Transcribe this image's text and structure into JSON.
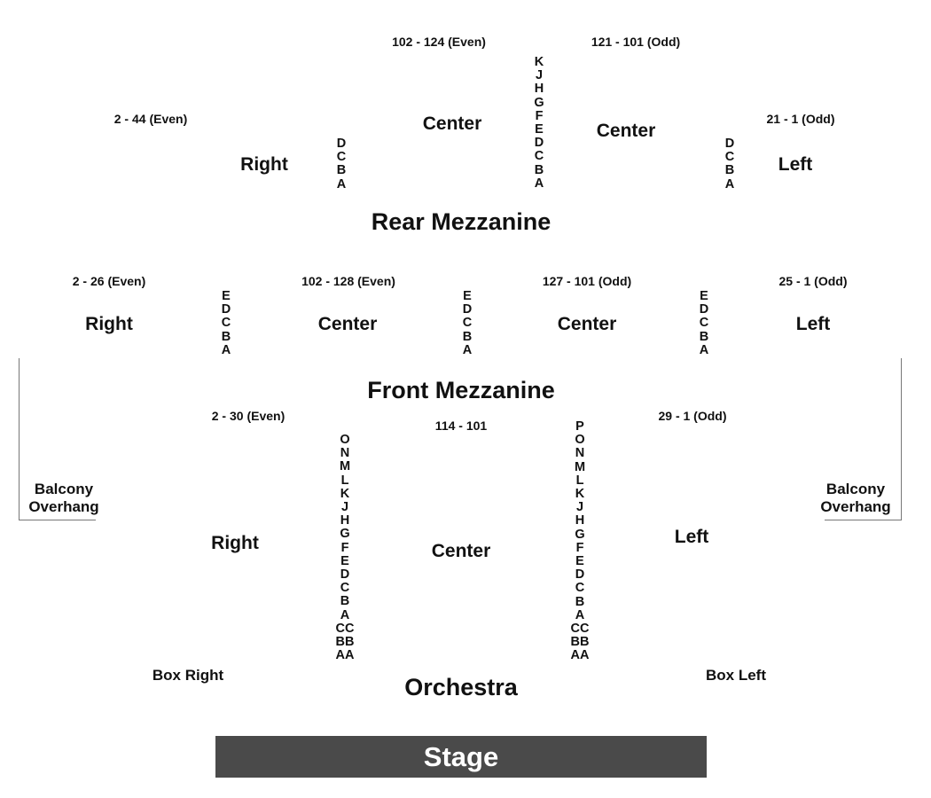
{
  "rear_mezzanine": {
    "title": "Rear Mezzanine",
    "ranges": {
      "left_center": "102 - 124 (Even)",
      "right_center": "121 - 101 (Odd)",
      "right": "2 - 44 (Even)",
      "left": "21 - 1 (Odd)"
    },
    "sections": {
      "right": "Right",
      "center_a": "Center",
      "center_b": "Center",
      "left": "Left"
    },
    "rows_outer": [
      "D",
      "C",
      "B",
      "A"
    ],
    "rows_center": [
      "K",
      "J",
      "H",
      "G",
      "F",
      "E",
      "D",
      "C",
      "B",
      "A"
    ]
  },
  "front_mezzanine": {
    "title": "Front Mezzanine",
    "ranges": {
      "right": "2 - 26 (Even)",
      "center_a": "102 - 128 (Even)",
      "center_b": "127 - 101 (Odd)",
      "left": "25 - 1 (Odd)"
    },
    "sections": {
      "right": "Right",
      "center_a": "Center",
      "center_b": "Center",
      "left": "Left"
    },
    "rows": [
      "E",
      "D",
      "C",
      "B",
      "A"
    ]
  },
  "orchestra": {
    "title": "Orchestra",
    "ranges": {
      "right": "2 - 30 (Even)",
      "center": "114 - 101",
      "left": "29 - 1 (Odd)"
    },
    "sections": {
      "right": "Right",
      "center": "Center",
      "left": "Left"
    },
    "rows_left_aisle": [
      "O",
      "N",
      "M",
      "L",
      "K",
      "J",
      "H",
      "G",
      "F",
      "E",
      "D",
      "C",
      "B",
      "A",
      "CC",
      "BB",
      "AA"
    ],
    "rows_right_aisle": [
      "P",
      "O",
      "N",
      "M",
      "L",
      "K",
      "J",
      "H",
      "G",
      "F",
      "E",
      "D",
      "C",
      "B",
      "A",
      "CC",
      "BB",
      "AA"
    ]
  },
  "balcony_overhang": {
    "line1": "Balcony",
    "line2": "Overhang"
  },
  "boxes": {
    "right": "Box Right",
    "left": "Box Left"
  },
  "stage": "Stage"
}
